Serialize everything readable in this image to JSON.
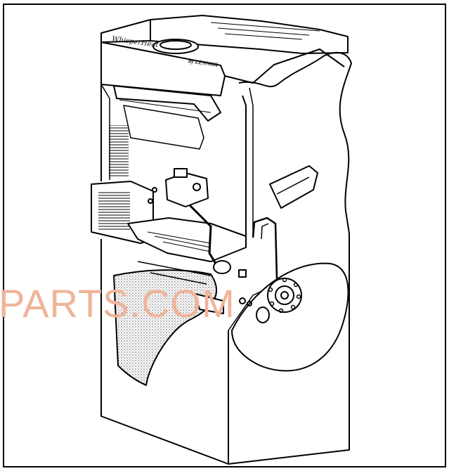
{
  "branding": {
    "model_name": "WhisperHeat",
    "maker": "by LENNOX"
  },
  "watermark": {
    "text": "PARTS.COM",
    "color": "#f0b49a"
  },
  "icons": {
    "furnace": "furnace-cutaway-icon"
  },
  "colors": {
    "line": "#000000",
    "background": "#ffffff"
  }
}
